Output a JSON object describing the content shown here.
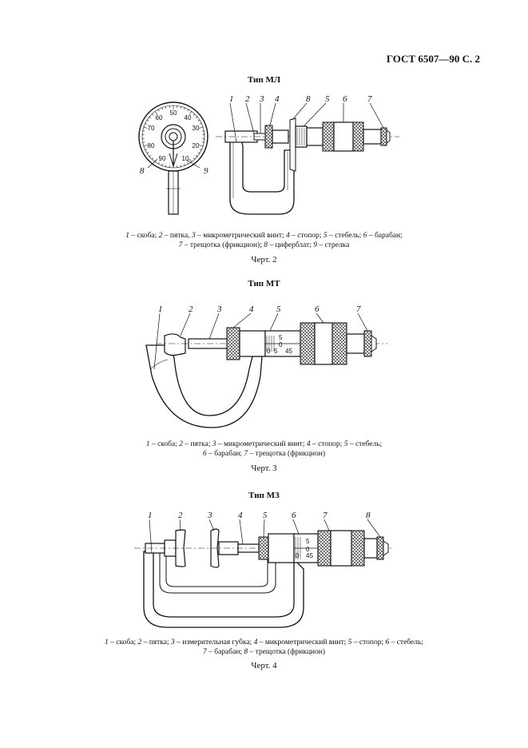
{
  "header": {
    "standard": "ГОСТ 6507—90 С. 2"
  },
  "figures": [
    {
      "title": "Тип МЛ",
      "labels": [
        "1",
        "2",
        "3",
        "4",
        "8",
        "5",
        "6",
        "7",
        "8",
        "9"
      ],
      "dial_numbers": [
        "50",
        "60",
        "40",
        "70",
        "30",
        "80",
        "20",
        "90",
        "10"
      ],
      "caption_lines": [
        [
          {
            "num": "1",
            "text": " – скоба; "
          },
          {
            "num": "2",
            "text": " – пятка, "
          },
          {
            "num": "3",
            "text": " – микрометрический винт; "
          },
          {
            "num": "4",
            "text": " – стопор; "
          },
          {
            "num": "5",
            "text": " – стебель; "
          },
          {
            "num": "6",
            "text": " – барабан;"
          }
        ],
        [
          {
            "num": "7",
            "text": " – трещотка (фрикцион); "
          },
          {
            "num": "8",
            "text": " – циферблат; "
          },
          {
            "num": "9",
            "text": " – стрелка"
          }
        ]
      ],
      "chert": "Черт. 2"
    },
    {
      "title": "Тип МТ",
      "labels": [
        "1",
        "2",
        "3",
        "4",
        "5",
        "6",
        "7"
      ],
      "scale_numbers": [
        "5",
        "0",
        "0",
        "5",
        "45"
      ],
      "caption_lines": [
        [
          {
            "num": "1",
            "text": " – скоба; "
          },
          {
            "num": "2",
            "text": " – пятка; "
          },
          {
            "num": "3",
            "text": " – микрометрический винт; "
          },
          {
            "num": "4",
            "text": " – стопор; "
          },
          {
            "num": "5",
            "text": " – стебель;"
          }
        ],
        [
          {
            "num": "6",
            "text": " – барабан; "
          },
          {
            "num": "7",
            "text": " – трещотка (фрикцион)"
          }
        ]
      ],
      "chert": "Черт. 3"
    },
    {
      "title": "Тип МЗ",
      "labels": [
        "1",
        "2",
        "3",
        "4",
        "5",
        "6",
        "7",
        "8"
      ],
      "scale_numbers": [
        "5",
        "0",
        "0",
        "45"
      ],
      "caption_lines": [
        [
          {
            "num": "1",
            "text": " – скоба; "
          },
          {
            "num": "2",
            "text": " – пятка; "
          },
          {
            "num": "3",
            "text": " – измерительная губка; "
          },
          {
            "num": "4",
            "text": " – микрометрический винт; "
          },
          {
            "num": "5",
            "text": " – стопор; "
          },
          {
            "num": "6",
            "text": " – стебель;"
          }
        ],
        [
          {
            "num": "7",
            "text": " – барабан; "
          },
          {
            "num": "8",
            "text": " – трещотка (фрикцион)"
          }
        ]
      ],
      "chert": "Черт. 4"
    }
  ]
}
